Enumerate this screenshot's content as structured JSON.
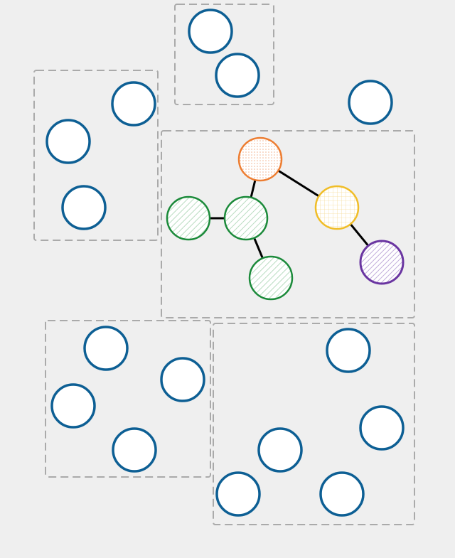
{
  "diagram": {
    "background": "#efefef",
    "group_stroke": "#aaaaaa",
    "node_fill": "#ffffff",
    "node_stroke": "#0d5f94",
    "edge_color": "#000000",
    "groups": [
      {
        "id": "group-top",
        "node_count": 2
      },
      {
        "id": "group-left",
        "node_count": 3
      },
      {
        "id": "group-center",
        "node_count": 6
      },
      {
        "id": "group-bottom-left",
        "node_count": 4
      },
      {
        "id": "group-bottom-right",
        "node_count": 5
      }
    ],
    "highlighted_nodes": [
      {
        "id": "orange",
        "stroke": "#ed7d31",
        "pattern": "dots"
      },
      {
        "id": "yellow",
        "stroke": "#f0bd27",
        "pattern": "grid"
      },
      {
        "id": "green-a",
        "stroke": "#1b8a3a",
        "pattern": "diagonal"
      },
      {
        "id": "green-b",
        "stroke": "#1b8a3a",
        "pattern": "diagonal"
      },
      {
        "id": "green-c",
        "stroke": "#1b8a3a",
        "pattern": "diagonal"
      },
      {
        "id": "purple",
        "stroke": "#6a35a1",
        "pattern": "diagonal"
      }
    ],
    "edges": [
      [
        "orange",
        "green-b"
      ],
      [
        "orange",
        "yellow"
      ],
      [
        "green-a",
        "green-b"
      ],
      [
        "green-b",
        "green-c"
      ],
      [
        "yellow",
        "purple"
      ]
    ],
    "ungrouped_nodes": 1
  }
}
